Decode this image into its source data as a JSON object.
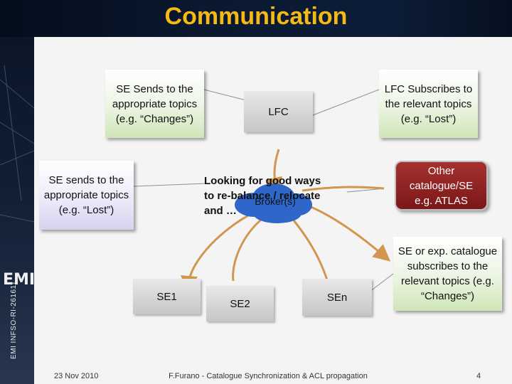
{
  "title": "Communication",
  "sidebar": {
    "reference": "EMI INFSO-RI-261611",
    "logo": "EMI"
  },
  "boxes": {
    "se_sends_changes": "SE Sends to the appropriate topics (e.g. “Changes”)",
    "lfc": "LFC",
    "lfc_subscribes": "LFC Subscribes to the relevant topics (e.g. “Lost”)",
    "se_sends_lost": "SE sends to the appropriate topics (e.g. “Lost”)",
    "other_catalogue": "Other catalogue/SE e.g. ATLAS",
    "se_exp_subscribes": "SE or exp. catalogue subscribes to the relevant topics (e.g. “Changes”)",
    "broker": "Broker(s)",
    "se1": "SE1",
    "se2": "SE2",
    "sen": "SEn"
  },
  "overlay_text": [
    "Looking for good ways",
    "to re-balance / relocate",
    "and …"
  ],
  "footer": {
    "date": "23 Nov 2010",
    "center": "F.Furano - Catalogue Synchronization & ACL propagation",
    "page": "4"
  },
  "colors": {
    "title": "#f5b915",
    "connector": "#8f8f8f",
    "arrow": "#d2964e",
    "broker_cloud": "#2f66c9"
  }
}
